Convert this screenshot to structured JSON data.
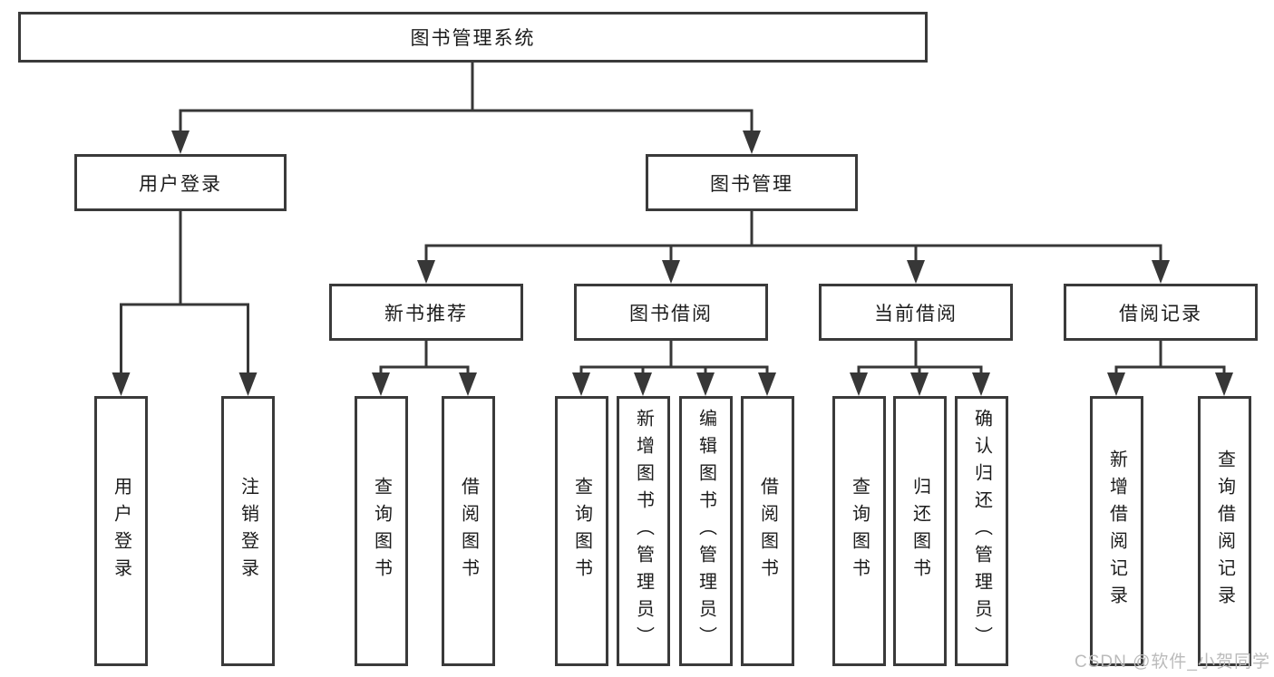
{
  "tree": {
    "label": "图书管理系统",
    "children": [
      {
        "label": "用户登录",
        "children": [
          {
            "label": "用户登录"
          },
          {
            "label": "注销登录"
          }
        ]
      },
      {
        "label": "图书管理",
        "children": [
          {
            "label": "新书推荐",
            "children": [
              {
                "label": "查询图书"
              },
              {
                "label": "借阅图书"
              }
            ]
          },
          {
            "label": "图书借阅",
            "children": [
              {
                "label": "查询图书"
              },
              {
                "label": "新增图书（管理员）"
              },
              {
                "label": "编辑图书（管理员）"
              },
              {
                "label": "借阅图书"
              }
            ]
          },
          {
            "label": "当前借阅",
            "children": [
              {
                "label": "查询图书"
              },
              {
                "label": "归还图书"
              },
              {
                "label": "确认归还（管理员）"
              }
            ]
          },
          {
            "label": "借阅记录",
            "children": [
              {
                "label": "新增借阅记录"
              },
              {
                "label": "查询借阅记录"
              }
            ]
          }
        ]
      }
    ]
  },
  "watermark": "CSDN @软件_小贺同学",
  "colors": {
    "background": "#ffffff",
    "line": "#373737",
    "box_border": "#3a3a3a",
    "text": "#1c1c1c",
    "watermark": "#bbbbbb"
  }
}
